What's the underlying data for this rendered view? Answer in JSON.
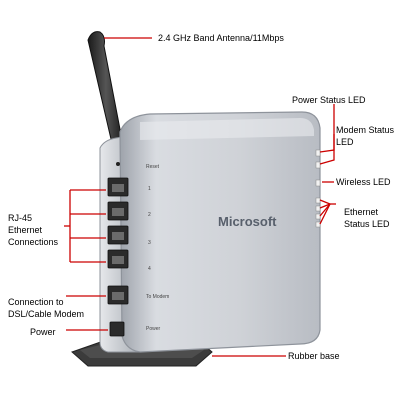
{
  "brand": {
    "logo_text": "Microsoft"
  },
  "port_labels": {
    "reset": "Reset",
    "p1": "1",
    "p2": "2",
    "p3": "3",
    "p4": "4",
    "to_modem": "To Modem",
    "power": "Power"
  },
  "callouts": {
    "antenna": "2.4 GHz Band Antenna/11Mbps",
    "power_status_led": "Power Status LED",
    "modem_status_led": "Modem Status\nLED",
    "wireless_led": "Wireless LED",
    "ethernet_status_led": "Ethernet\nStatus LED",
    "rj45": "RJ-45\nEthernet\nConnections",
    "modem_connection": "Connection to\nDSL/Cable Modem",
    "power": "Power",
    "rubber_base": "Rubber base"
  },
  "colors": {
    "callout_line": "#cc0000",
    "device_body": "#c9ccd2",
    "device_edge": "#8e939b",
    "antenna": "#2a2a2a",
    "base": "#3a3a3a"
  }
}
